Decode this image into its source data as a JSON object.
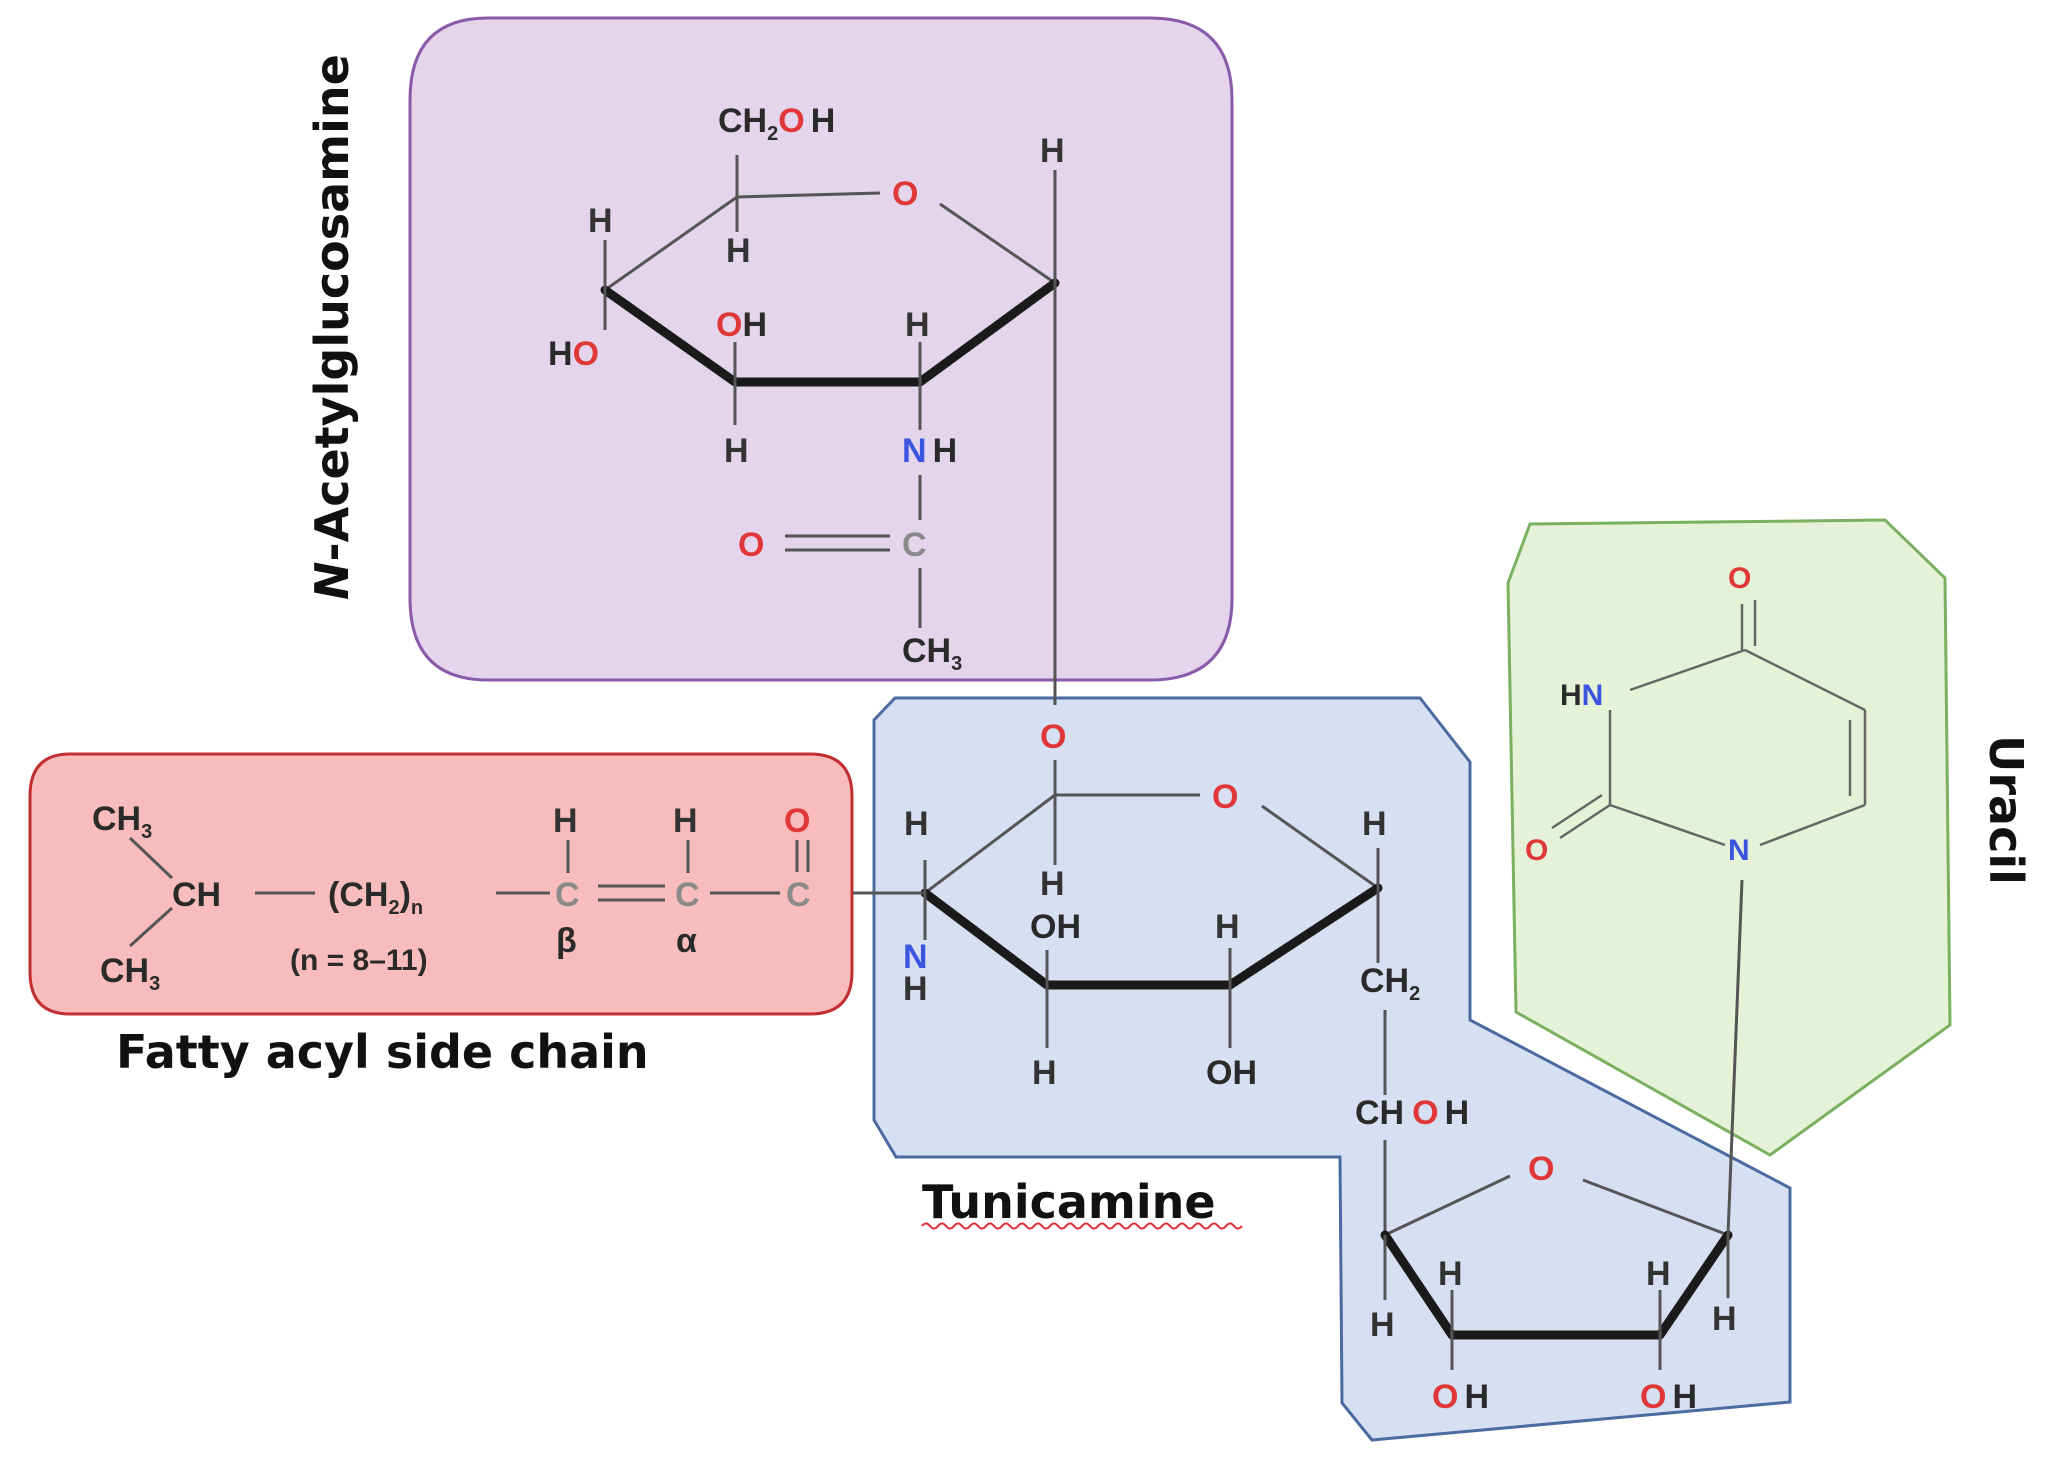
{
  "regions": {
    "glcnac": {
      "label_prefix": "N",
      "label_rest": "-Acetylglucosamine",
      "fill": "#e4d5ec",
      "stroke": "#8a5aaa"
    },
    "fatty": {
      "label": "Fatty acyl side chain",
      "fill": "#f8bcbc",
      "stroke": "#c03030"
    },
    "tunicamine": {
      "label": "Tunicamine",
      "fill": "#d6e0f2",
      "stroke": "#4a6aa0"
    },
    "uracil": {
      "label": "Uracil",
      "fill": "#e6f2d8",
      "stroke": "#7ab060"
    }
  },
  "atoms": {
    "O": "O",
    "H": "H",
    "N": "N",
    "C": "C",
    "HO": "HO",
    "OH": "OH",
    "CH2OH_a": "CH",
    "CH2OH_sub": "2",
    "CH2OH_b": "O",
    "CH2OH_c": "H",
    "CH3": "CH",
    "CH3_sub": "3",
    "CH2": "CH",
    "CH2_sub": "2",
    "CH": "CH",
    "CH2n_a": "(CH",
    "CH2n_sub": "2",
    "CH2n_b": ")",
    "CH2n_n": "n",
    "n_range": "(n = 8–11)",
    "beta": "β",
    "alpha": "α",
    "CHOH_a": "CH",
    "CHOH_b": "O",
    "CHOH_c": "H"
  },
  "colors": {
    "oxygen": "#e03838",
    "nitrogen": "#3a55e0",
    "hydrogen": "#333333",
    "carbon": "#8a8a8a"
  }
}
